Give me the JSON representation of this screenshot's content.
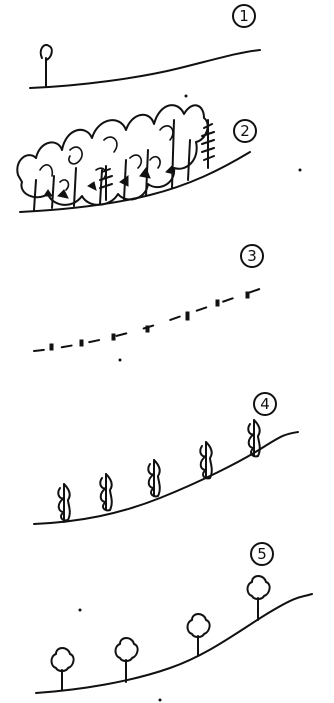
{
  "panels": [
    {
      "number": "1"
    },
    {
      "number": "2"
    },
    {
      "number": "3"
    },
    {
      "number": "4"
    },
    {
      "number": "5"
    }
  ]
}
